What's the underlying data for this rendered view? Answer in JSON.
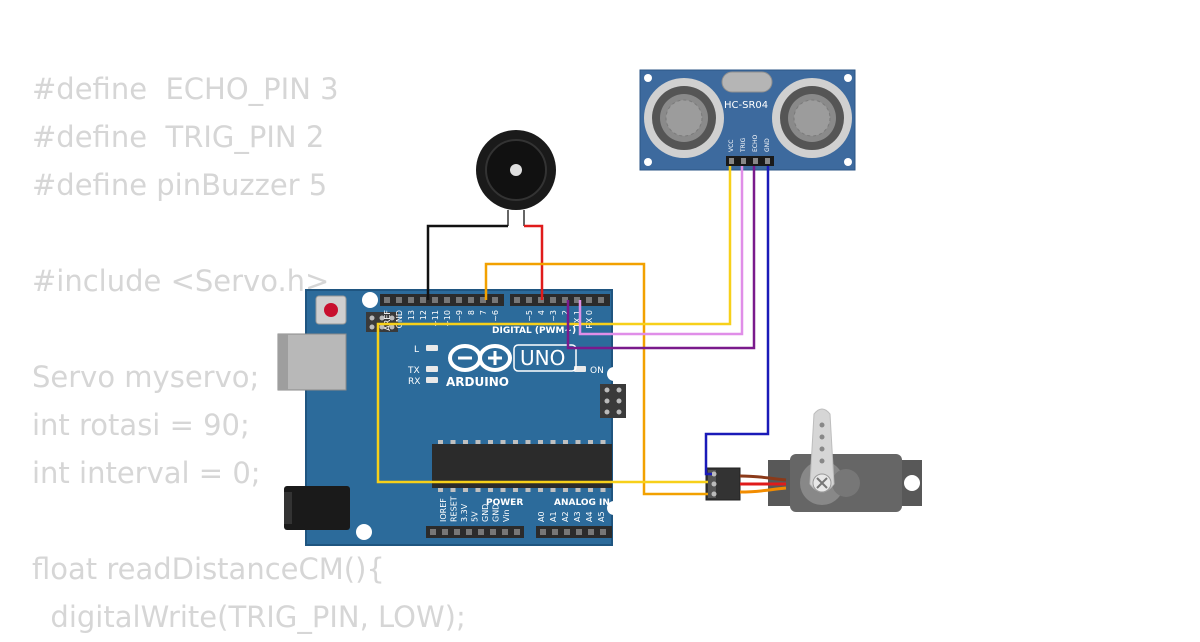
{
  "code_lines": [
    "#define  ECHO_PIN 3",
    "#define  TRIG_PIN 2",
    "#define pinBuzzer 5",
    "",
    "#include <Servo.h>",
    "",
    "Servo myservo;",
    "int rotasi = 90;",
    "int interval = 0;",
    "",
    "float readDistanceCM(){",
    "  digitalWrite(TRIG_PIN, LOW);"
  ],
  "sensor": {
    "model": "HC-SR04",
    "pins": [
      "VCC",
      "TRIG",
      "ECHO",
      "GND"
    ]
  },
  "arduino": {
    "uno_label": "UNO",
    "brand": "ARDUINO",
    "digital_label": "DIGITAL (PWM~)",
    "on_label": "ON",
    "l_label": "L",
    "tx_label": "TX",
    "rx_label": "RX",
    "power_label": "POWER",
    "analog_label": "ANALOG IN",
    "digital_pins": [
      "AREF",
      "GND",
      "13",
      "12",
      "~11",
      "~10",
      "~9",
      "8",
      "7",
      "~6",
      "~5",
      "4",
      "~3",
      "2",
      "TX 1",
      "RX 0"
    ],
    "power_pins": [
      "IOREF",
      "RESET",
      "3.3V",
      "5V",
      "GND",
      "GND",
      "Vin"
    ],
    "analog_pins": [
      "A0",
      "A1",
      "A2",
      "A3",
      "A4",
      "A5"
    ]
  },
  "colors": {
    "board": "#2c6b9b",
    "board_dark": "#1f5580",
    "sensor": "#3d6a9e",
    "wire_yellow": "#f7d01a",
    "wire_orange": "#f2a100",
    "wire_red": "#e01b1b",
    "wire_black": "#111111",
    "wire_pink": "#e08ee8",
    "wire_purple": "#7a1a8c",
    "wire_blue": "#1a1ab8",
    "code_text": "#d6d6d6"
  }
}
